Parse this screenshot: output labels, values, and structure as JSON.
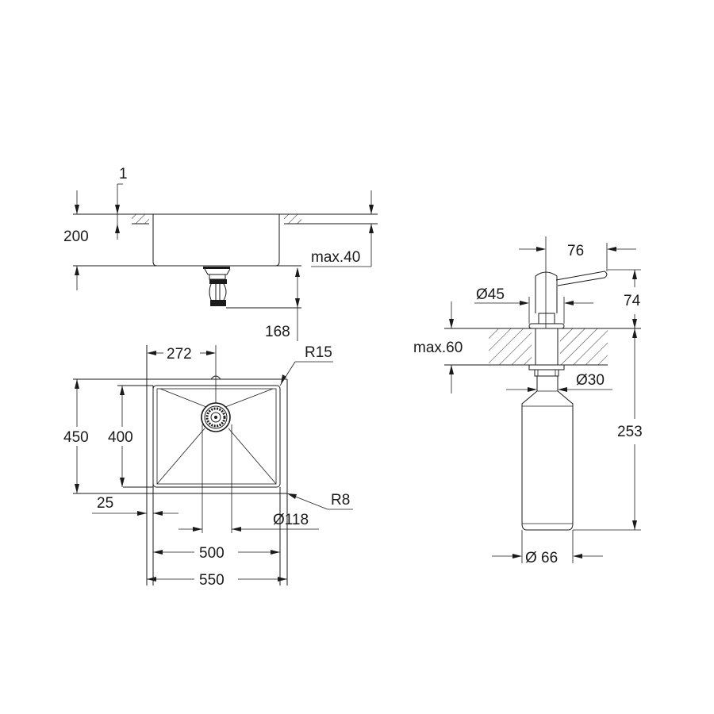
{
  "drawing": {
    "colors": {
      "line": "#1a1a1a",
      "background": "#ffffff"
    },
    "sink_side_view": {
      "labels": {
        "top_thickness": "1",
        "depth": "200",
        "counter_thickness": "max.40",
        "drain_depth": "168"
      }
    },
    "sink_top_view": {
      "labels": {
        "drain_offset": "272",
        "corner_radius_outer": "R15",
        "outer_depth": "450",
        "inner_depth": "400",
        "rim": "25",
        "corner_radius_inner": "R8",
        "drain_diameter": "Ø118",
        "inner_width": "500",
        "outer_width": "550"
      }
    },
    "soap_dispenser": {
      "labels": {
        "spout_reach": "76",
        "head_diameter": "Ø45",
        "head_height": "74",
        "counter_thickness": "max.60",
        "shank_diameter": "Ø30",
        "total_height": "253",
        "bottle_diameter": "Ø 66"
      }
    }
  }
}
